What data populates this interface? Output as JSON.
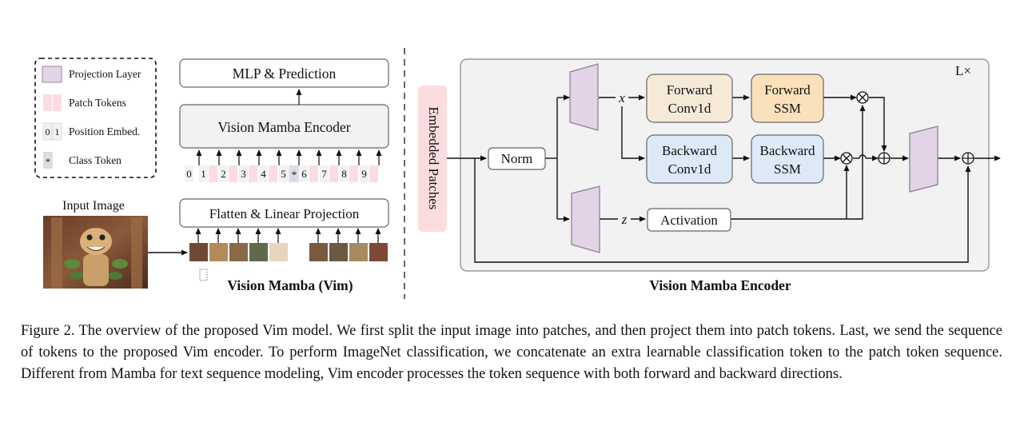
{
  "legend": {
    "projection_layer": "Projection Layer",
    "patch_tokens": "Patch Tokens",
    "position_embed": "Position Embed.",
    "position_embed_digits": [
      "0",
      "1"
    ],
    "class_token": "Class Token",
    "class_token_symbol": "*"
  },
  "left_panel": {
    "input_image_label": "Input Image",
    "mlp_label": "MLP & Prediction",
    "encoder_label": "Vision Mamba Encoder",
    "flatten_label": "Flatten & Linear Projection",
    "tokens": [
      "0",
      "1",
      "2",
      "3",
      "4",
      "5",
      "*",
      "6",
      "7",
      "8",
      "9"
    ],
    "title": "Vision Mamba (Vim)"
  },
  "right_panel": {
    "embedded_patches": "Embedded Patches",
    "norm": "Norm",
    "x_symbol": "x",
    "z_symbol": "z",
    "forward_conv": [
      "Forward",
      "Conv1d"
    ],
    "forward_ssm": [
      "Forward",
      "SSM"
    ],
    "backward_conv": [
      "Backward",
      "Conv1d"
    ],
    "backward_ssm": [
      "Backward",
      "SSM"
    ],
    "activation": "Activation",
    "repeat": "L×",
    "title": "Vision Mamba Encoder"
  },
  "colors": {
    "projection_fill": "#e2d3e6",
    "patch_fill": "#fbdde0",
    "class_fill": "#dcdce6",
    "forward_conv_fill": "#f6e9d8",
    "forward_ssm_fill": "#fbe1bb",
    "backward_fill": "#dde9f6",
    "encoder_bg": "#f2f2f2",
    "embedded_fill": "#fbdde0"
  },
  "caption": "Figure 2. The overview of the proposed Vim model. We first split the input image into patches, and then project them into patch tokens. Last, we send the sequence of tokens to the proposed Vim encoder. To perform ImageNet classification, we concatenate an extra learnable classification token to the patch token sequence. Different from Mamba for text sequence modeling, Vim encoder processes the token sequence with both forward and backward directions."
}
